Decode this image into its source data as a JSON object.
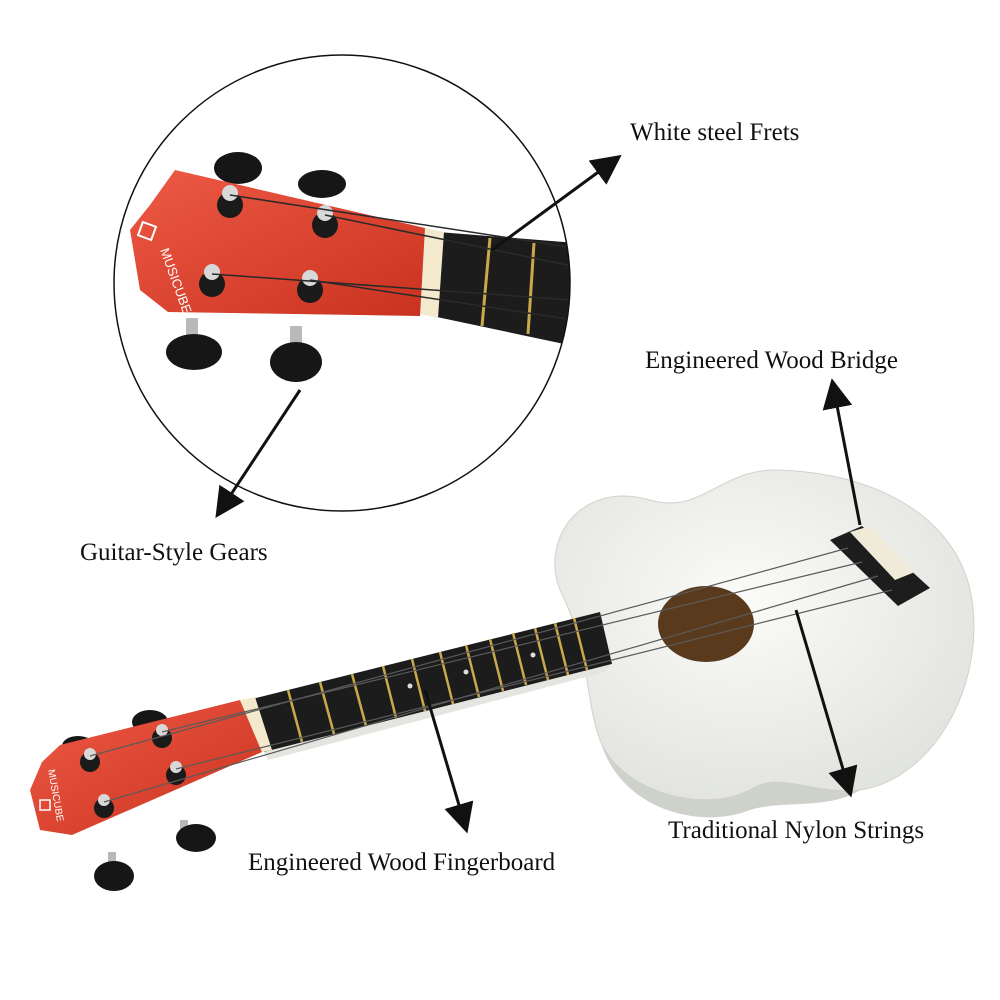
{
  "labels": {
    "frets": "White steel Frets",
    "bridge": "Engineered Wood Bridge",
    "gears": "Guitar-Style Gears",
    "strings": "Traditional Nylon Strings",
    "fingerboard": "Engineered Wood Fingerboard"
  },
  "brand": "MUSICUBE",
  "colors": {
    "headstock": "#e0402e",
    "fingerboard": "#1c1c1c",
    "body": "#f3f4f0",
    "soundhole": "#5a3a1c",
    "fret": "#c9a94a",
    "tuner": "#161616",
    "arrow": "#111111"
  }
}
